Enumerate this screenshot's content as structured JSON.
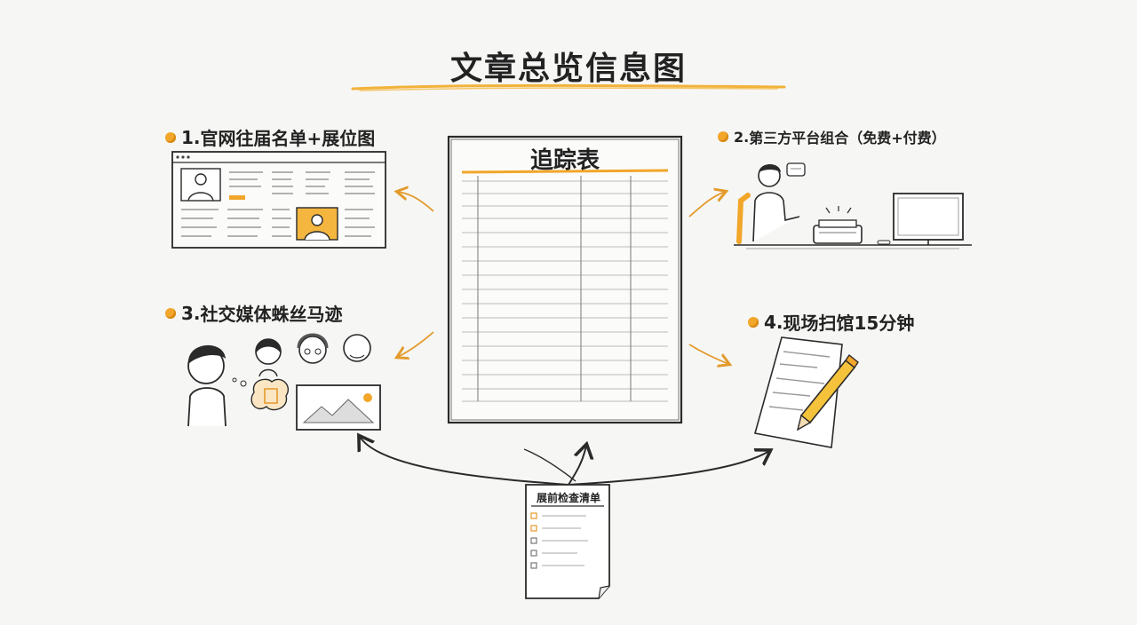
{
  "title": "文章总览信息图",
  "center": {
    "label": "追踪表"
  },
  "items": [
    {
      "number": "1.",
      "label": "官网往届名单+展位图"
    },
    {
      "number": "2.",
      "label": "第三方平台组合（免费+付费）"
    },
    {
      "number": "3.",
      "label": "社交媒体蛛丝马迹"
    },
    {
      "number": "4.",
      "label": "现场扫馆15分钟"
    }
  ],
  "checklist": {
    "label": "展前检查清单",
    "rows": 5
  },
  "colors": {
    "accent": "#f2a62a",
    "ink": "#2a2a2a",
    "background": "#f6f6f4"
  },
  "icons": [
    "browser-window-icon",
    "person-at-desk-icon",
    "people-avatars-icon",
    "pencil-notepad-icon"
  ]
}
